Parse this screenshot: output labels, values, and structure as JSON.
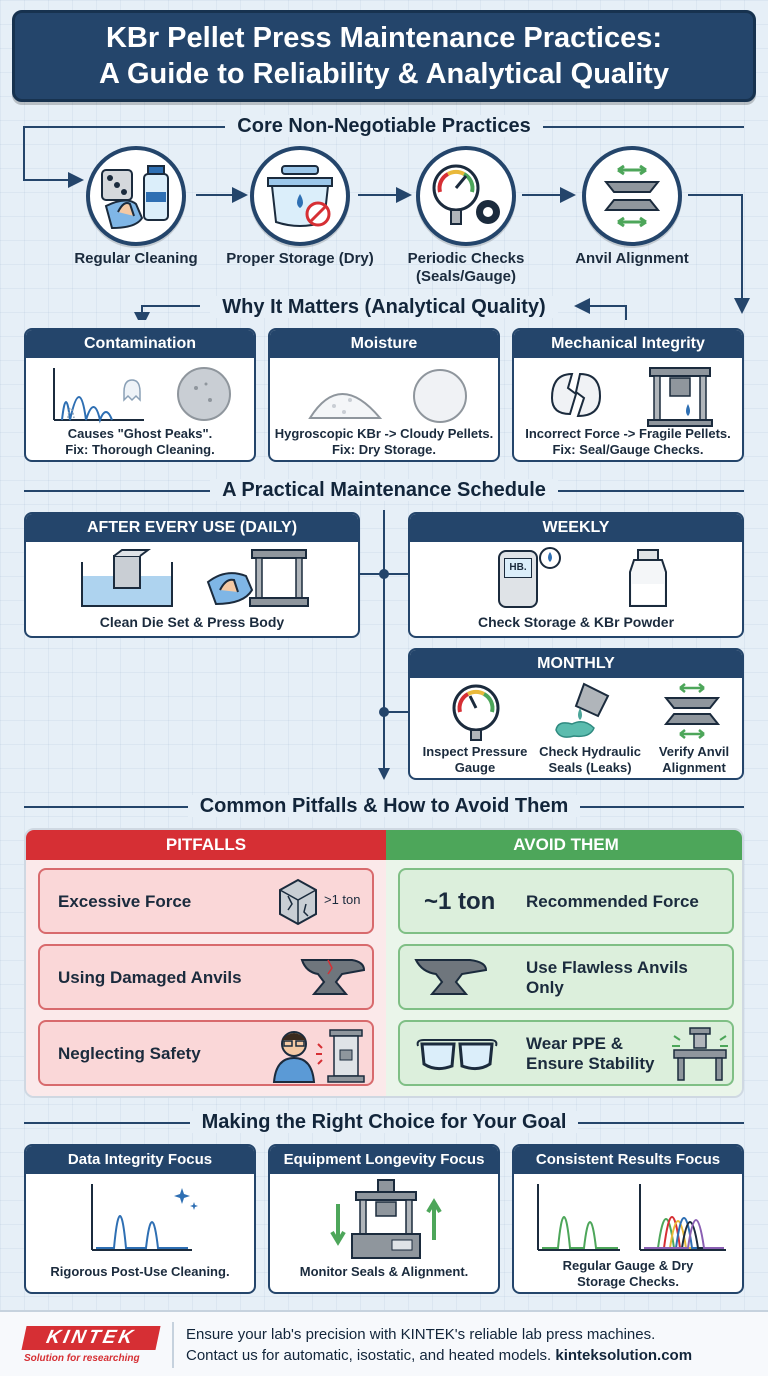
{
  "title": {
    "line1": "KBr Pellet Press Maintenance Practices:",
    "line2": "A Guide to Reliability & Analytical Quality"
  },
  "core": {
    "heading": "Core Non-Negotiable Practices",
    "items": [
      {
        "label": "Regular Cleaning",
        "icon": "cleaning-icon"
      },
      {
        "label": "Proper Storage (Dry)",
        "icon": "storage-icon"
      },
      {
        "label": "Periodic Checks (Seals/Gauge)",
        "icon": "gauge-icon"
      },
      {
        "label": "Anvil Alignment",
        "icon": "anvil-alignment-icon"
      }
    ]
  },
  "why": {
    "heading": "Why It Matters (Analytical Quality)",
    "cards": [
      {
        "title": "Contamination",
        "line1": "Causes \"Ghost Peaks\".",
        "line2": "Fix: Thorough Cleaning."
      },
      {
        "title": "Moisture",
        "line1": "Hygroscopic KBr -> Cloudy Pellets.",
        "line2": "Fix: Dry Storage."
      },
      {
        "title": "Mechanical Integrity",
        "line1": "Incorrect Force -> Fragile Pellets.",
        "line2": "Fix: Seal/Gauge Checks."
      }
    ]
  },
  "schedule": {
    "heading": "A Practical Maintenance Schedule",
    "daily": {
      "title": "AFTER EVERY USE (DAILY)",
      "label": "Clean Die Set & Press Body"
    },
    "weekly": {
      "title": "WEEKLY",
      "label": "Check Storage & KBr Powder",
      "hygrometer_text": "HB."
    },
    "monthly": {
      "title": "MONTHLY",
      "items": [
        {
          "line1": "Inspect Pressure",
          "line2": "Gauge"
        },
        {
          "line1": "Check Hydraulic",
          "line2": "Seals (Leaks)"
        },
        {
          "line1": "Verify Anvil",
          "line2": "Alignment"
        }
      ]
    }
  },
  "pitfalls": {
    "heading": "Common Pitfalls & How to Avoid Them",
    "left_title": "PITFALLS",
    "right_title": "AVOID THEM",
    "bad": [
      {
        "label": "Excessive Force",
        "tag": ">1 ton"
      },
      {
        "label": "Using Damaged Anvils"
      },
      {
        "label": "Neglecting Safety"
      }
    ],
    "good": [
      {
        "big": "~1 ton",
        "label": "Recommended Force"
      },
      {
        "line1": "Use Flawless Anvils",
        "line2": "Only"
      },
      {
        "line1": "Wear PPE &",
        "line2": "Ensure Stability"
      }
    ]
  },
  "choice": {
    "heading": "Making the Right Choice for Your Goal",
    "cards": [
      {
        "title": "Data Integrity Focus",
        "line1": "Rigorous Post-Use Cleaning.",
        "line2": ""
      },
      {
        "title": "Equipment Longevity Focus",
        "line1": "Monitor Seals & Alignment.",
        "line2": ""
      },
      {
        "title": "Consistent Results Focus",
        "line1": "Regular Gauge & Dry",
        "line2": "Storage Checks."
      }
    ]
  },
  "footer": {
    "logo": "KINTEK",
    "tagline": "Solution for researching",
    "line1": "Ensure your lab's precision with KINTEK's reliable lab press machines.",
    "line2": "Contact us for automatic, isostatic, and heated models.",
    "site": "kinteksolution.com"
  },
  "colors": {
    "navy": "#24456b",
    "red": "#d62f34",
    "green": "#4da65a",
    "background": "#e6eff7"
  }
}
